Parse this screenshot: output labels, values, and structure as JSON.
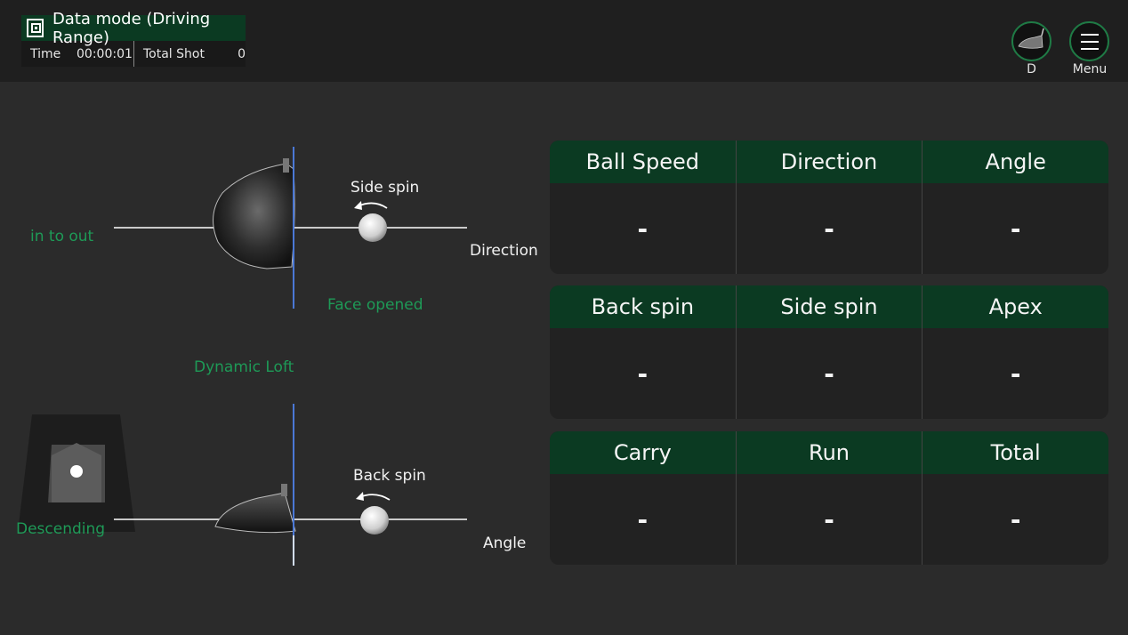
{
  "header": {
    "mode_title": "Data mode (Driving Range)",
    "time_label": "Time",
    "time_value": "00:00:01",
    "shot_label": "Total Shot",
    "shot_value": "0",
    "club_label": "D",
    "menu_label": "Menu"
  },
  "diagram": {
    "path_label": "in to out",
    "direction_label": "Direction",
    "side_spin_label": "Side spin",
    "face_label": "Face opened",
    "loft_label": "Dynamic Loft",
    "attack_label": "Descending",
    "back_spin_label": "Back spin",
    "angle_label": "Angle"
  },
  "grid": [
    {
      "headers": [
        "Ball Speed",
        "Direction",
        "Angle"
      ],
      "values": [
        "-",
        "-",
        "-"
      ]
    },
    {
      "headers": [
        "Back spin",
        "Side spin",
        "Apex"
      ],
      "values": [
        "-",
        "-",
        "-"
      ]
    },
    {
      "headers": [
        "Carry",
        "Run",
        "Total"
      ],
      "values": [
        "-",
        "-",
        "-"
      ]
    }
  ],
  "colors": {
    "accent_green": "#1e9a57",
    "header_green": "#0b3a22",
    "face_line_blue": "#4a78d6"
  }
}
